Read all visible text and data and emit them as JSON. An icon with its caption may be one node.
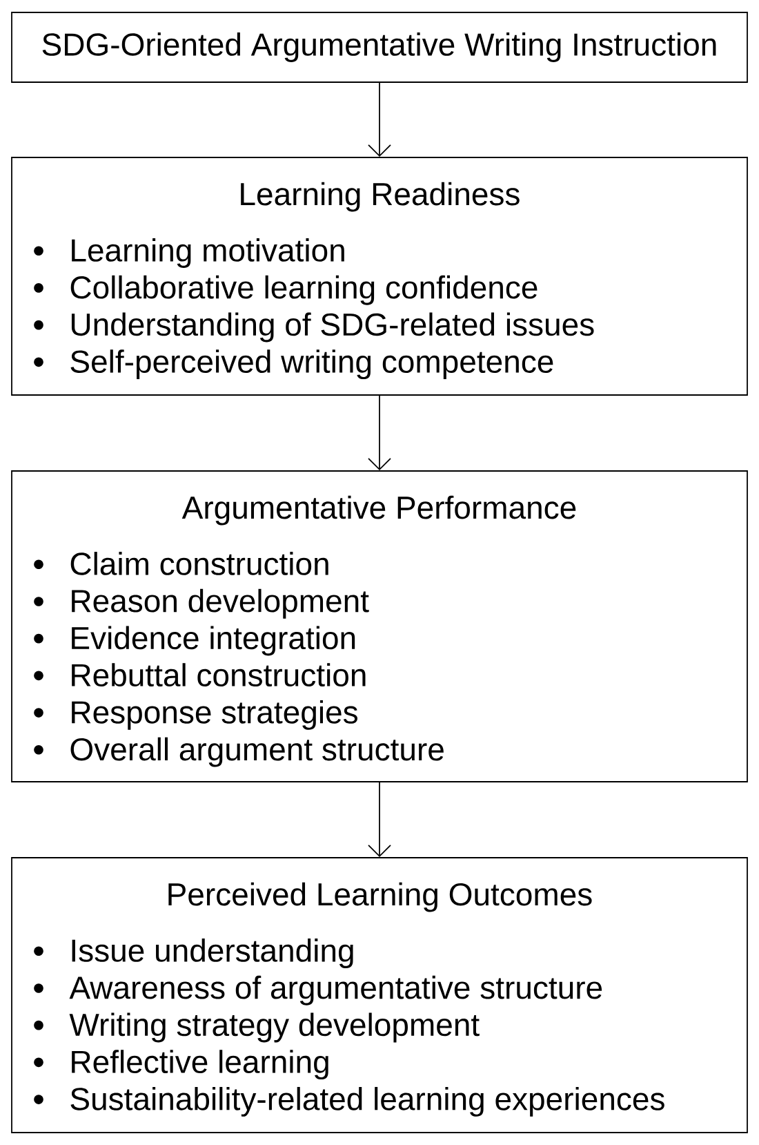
{
  "diagram": {
    "nodes": [
      {
        "text": [
          "SDG-Oriented Argumentative Writing Instruction"
        ]
      },
      {
        "text": [
          "Learning Readiness",
          "Learning motivation",
          "Collaborative learning confidence",
          "Understanding of SDG-related issues",
          "Self-perceived writing competence"
        ]
      },
      {
        "text": [
          "Argumentative Performance",
          "Claim construction",
          "Reason development",
          "Evidence integration",
          "Rebuttal construction",
          "Response strategies",
          "Overall argument structure"
        ]
      },
      {
        "text": [
          "Perceived Learning Outcomes",
          "Issue understanding",
          "Awareness of argumentative structure",
          "Writing strategy development",
          "Reflective learning",
          "Sustainability-related learning experiences"
        ]
      }
    ],
    "edges": [
      {
        "from": 0,
        "to": 1,
        "arrow": "to"
      },
      {
        "from": 1,
        "to": 2,
        "arrow": "to"
      },
      {
        "from": 2,
        "to": 3,
        "arrow": "to"
      }
    ]
  }
}
